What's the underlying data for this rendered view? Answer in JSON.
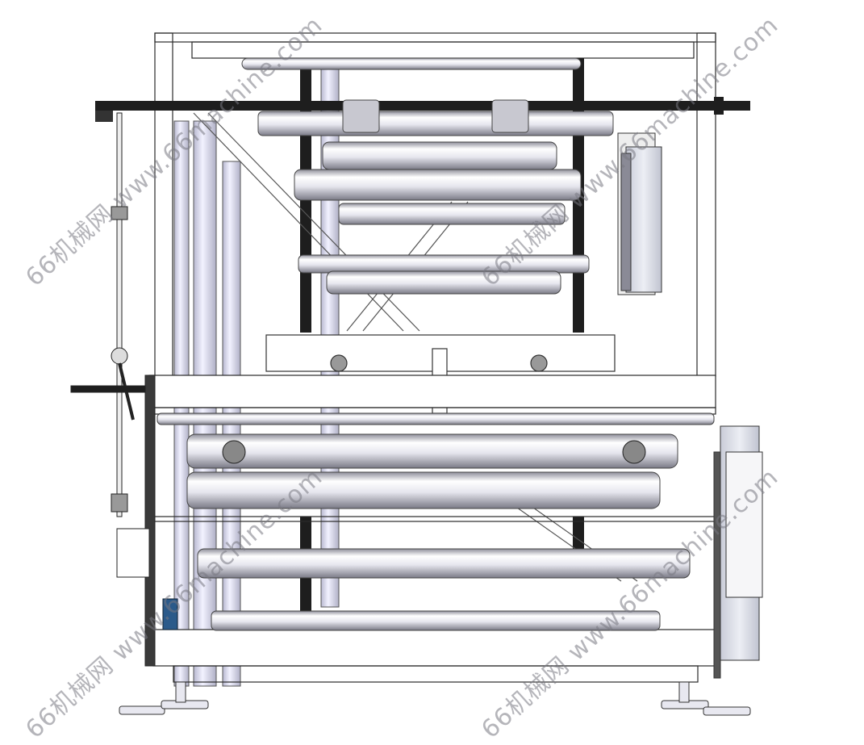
{
  "drawing": {
    "subject": "roller-machine-front-elevation",
    "colors": {
      "frame": "#2a2a2a",
      "roller_light": "#f4f4f8",
      "roller_dark": "#9c9ca8",
      "column": "#d8d8ea",
      "dark_bar": "#1e1e1e",
      "panel": "#d9dce6",
      "accent_blue": "#2b5a8a"
    }
  },
  "watermarks": [
    {
      "text": "66机械网 www.66machine.com"
    },
    {
      "text": "66机械网 www.66machine.com"
    },
    {
      "text": "66机械网 www.66machine.com"
    },
    {
      "text": "66机械网 www.66machine.com"
    }
  ]
}
